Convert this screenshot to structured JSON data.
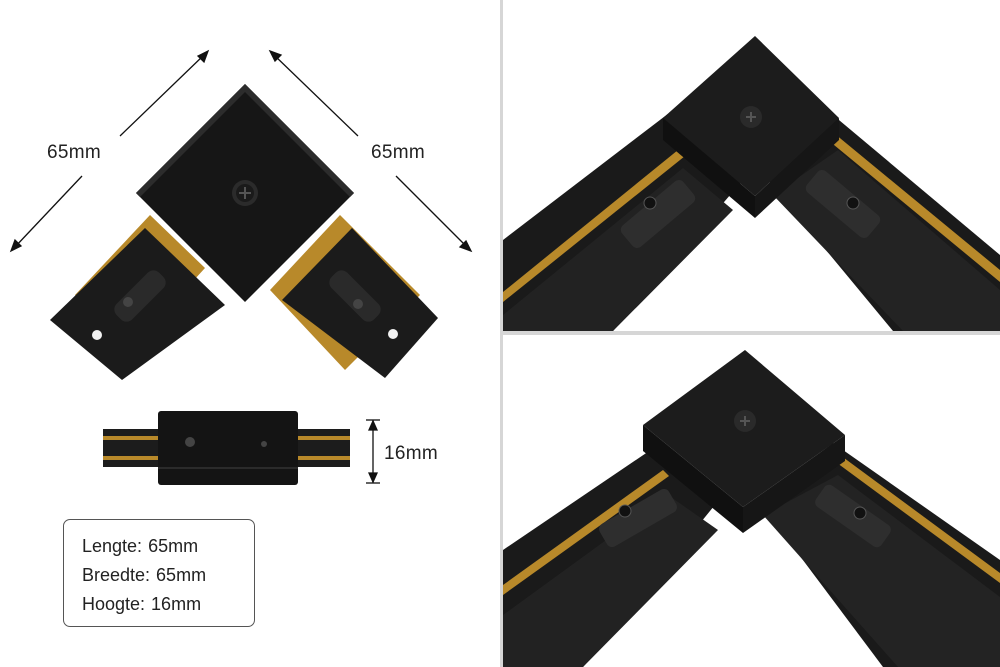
{
  "dimensions": {
    "length_label": "65mm",
    "width_label": "65mm",
    "height_label": "16mm"
  },
  "specs": [
    {
      "label": "Lengte:",
      "value": "65mm"
    },
    {
      "label": "Breedte:",
      "value": "65mm"
    },
    {
      "label": "Hoogte:",
      "value": "16mm"
    }
  ],
  "colors": {
    "body": "#1a1a1a",
    "brass": "#b8892a",
    "background": "#ffffff"
  }
}
